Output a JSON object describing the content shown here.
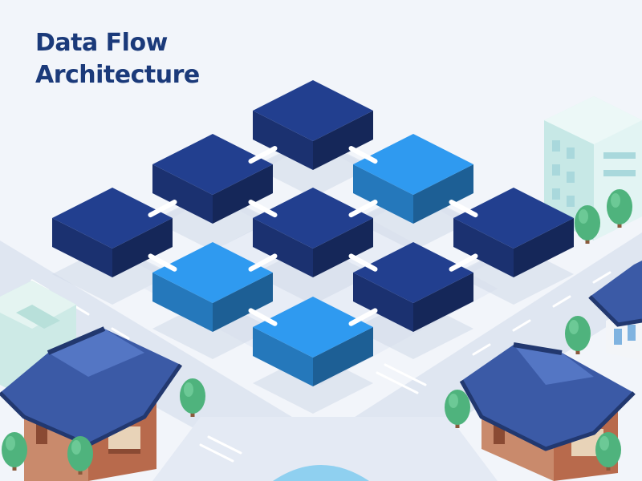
{
  "title": {
    "line1": "Data Flow",
    "line2": "Architecture"
  },
  "colors": {
    "dark_block": "#223f8f",
    "light_block": "#2f9af0",
    "title": "#1b3a7a",
    "background": "#f2f5fa",
    "road": "#dfe6f1",
    "roof": "#3b5aa6",
    "wall": "#b86a4c",
    "tree": "#4fb37d",
    "building": "#cdeae9"
  },
  "diagram": {
    "blocks": [
      {
        "id": "b1",
        "shade": "dark"
      },
      {
        "id": "b2",
        "shade": "dark"
      },
      {
        "id": "b3",
        "shade": "light"
      },
      {
        "id": "b4",
        "shade": "dark"
      },
      {
        "id": "b5",
        "shade": "dark"
      },
      {
        "id": "b6",
        "shade": "dark"
      },
      {
        "id": "b7",
        "shade": "light"
      },
      {
        "id": "b8",
        "shade": "dark"
      },
      {
        "id": "b9",
        "shade": "light"
      }
    ],
    "links": [
      [
        "b1",
        "b2"
      ],
      [
        "b1",
        "b3"
      ],
      [
        "b2",
        "b4"
      ],
      [
        "b2",
        "b5"
      ],
      [
        "b3",
        "b5"
      ],
      [
        "b3",
        "b6"
      ],
      [
        "b4",
        "b7"
      ],
      [
        "b5",
        "b7"
      ],
      [
        "b5",
        "b8"
      ],
      [
        "b6",
        "b8"
      ],
      [
        "b7",
        "b9"
      ],
      [
        "b8",
        "b9"
      ]
    ]
  },
  "scenery": {
    "pavilions": [
      "pavilion-left",
      "pavilion-right",
      "pavilion-far-right"
    ],
    "buildings": [
      "office-building-right",
      "building-left"
    ],
    "trees": [
      "tree-1",
      "tree-2",
      "tree-3",
      "tree-4",
      "tree-5",
      "tree-6",
      "tree-7",
      "tree-8"
    ]
  }
}
